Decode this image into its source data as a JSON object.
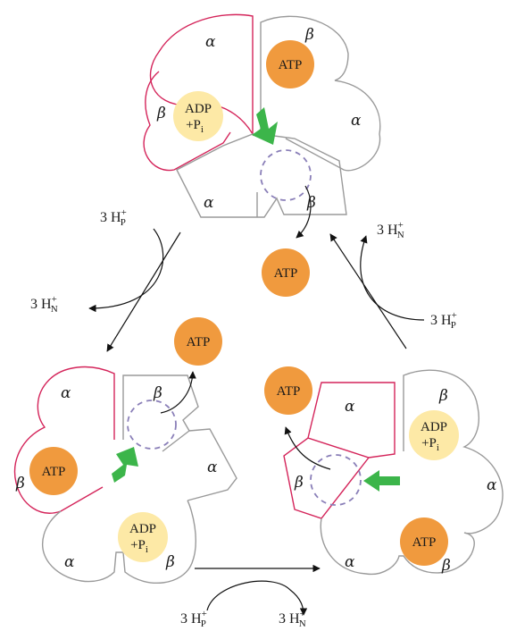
{
  "labels": {
    "alpha": "α",
    "beta": "β",
    "atp": "ATP",
    "adp": "ADP",
    "plus_p": "+P",
    "p_sub": "i"
  },
  "protons": {
    "h_prefix": "3 H",
    "plus": "+",
    "p_side": "P",
    "n_side": "N"
  },
  "colors": {
    "atp_fill": "#f09a3e",
    "adp_fill": "#fde9a6",
    "arrow_green": "#3cb54a",
    "outline_gray": "#9a9a9a",
    "outline_red": "#d4245a",
    "site_dash": "#8a7fb8"
  }
}
